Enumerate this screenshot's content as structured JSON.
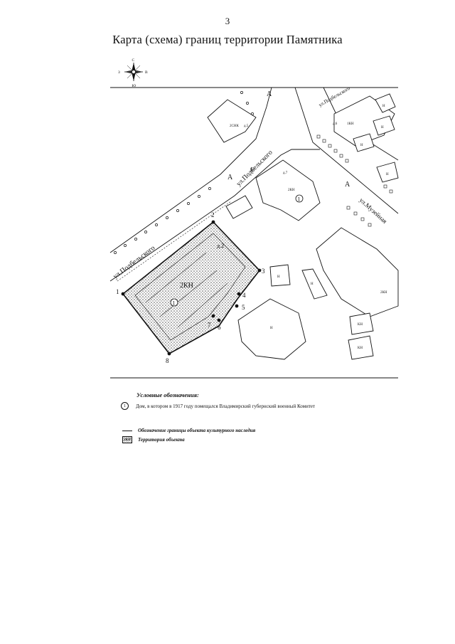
{
  "page": {
    "number": "3",
    "title": "Карта (схема) границ территории Памятника"
  },
  "compass": {
    "north": "С",
    "south": "Ю",
    "west": "З",
    "east": "В"
  },
  "map": {
    "streets": [
      {
        "label": "ул.Подбельского"
      },
      {
        "label": "ул.Подбельского"
      },
      {
        "label": "ул.Подбельского"
      },
      {
        "label": "ул.Музейная"
      }
    ],
    "letters_a": [
      "А",
      "А",
      "А"
    ],
    "letter_g": "Б",
    "buildings": {
      "house_2kn_main": "2КН",
      "house_d2": "д.2",
      "house_d7": "д.7",
      "house_2kn_top": "2КН",
      "house_2sntk": "2СНК",
      "house_d5": "д.5",
      "house_d6": "д.6",
      "house_1kn": "1КН",
      "house_2kn_right": "2КН",
      "house_kn1": "КН",
      "house_kn2": "КН",
      "n_labels": [
        "Н",
        "Н",
        "Н",
        "Н",
        "Н",
        "Н",
        "Н"
      ]
    },
    "monument_marker": "1",
    "boundary_points": [
      "1",
      "2",
      "3",
      "4",
      "5",
      "6",
      "7",
      "8"
    ]
  },
  "legend": {
    "heading": "Условные обозначения:",
    "monument_symbol": "1",
    "monument_text": "Дом, в котором в 1917 году помещался Владимирский губернский военный Комитет",
    "boundary_text": "Обозначение границы объекта культурного наследия",
    "territory_symbol": "2КН",
    "territory_text": "Территория объекта"
  }
}
